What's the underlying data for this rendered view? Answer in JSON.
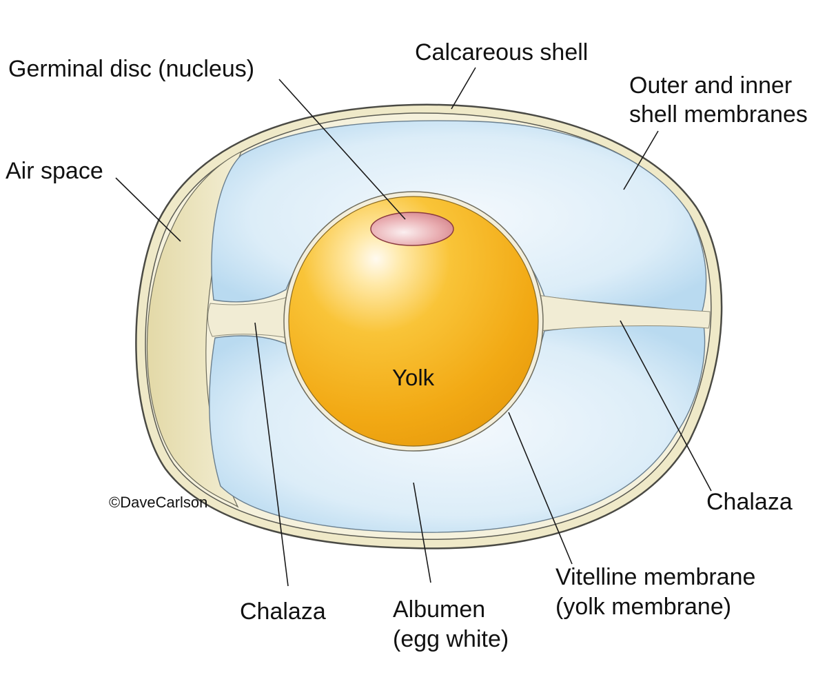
{
  "labels": {
    "calcareous_shell": "Calcareous shell",
    "germinal_disc": "Germinal disc (nucleus)",
    "shell_membranes_line1": "Outer and inner",
    "shell_membranes_line2": "shell membranes",
    "air_space": "Air space",
    "yolk": "Yolk",
    "chalaza_right": "Chalaza",
    "chalaza_left": "Chalaza",
    "albumen_line1": "Albumen",
    "albumen_line2": "(egg white)",
    "vitelline_line1": "Vitelline membrane",
    "vitelline_line2": "(yolk membrane)",
    "copyright": "©DaveCarlson"
  },
  "colors": {
    "shell": "#efe9c8",
    "shell_outline": "#4a4a44",
    "albumen": "#cfe6f5",
    "albumen_light": "#eef6fb",
    "air_space": "#e7dfb3",
    "yolk": "#f5b318",
    "yolk_highlight": "#fff4d8",
    "germinal_disc": "#e6a3a8",
    "chalaza": "#f1ecd4"
  }
}
